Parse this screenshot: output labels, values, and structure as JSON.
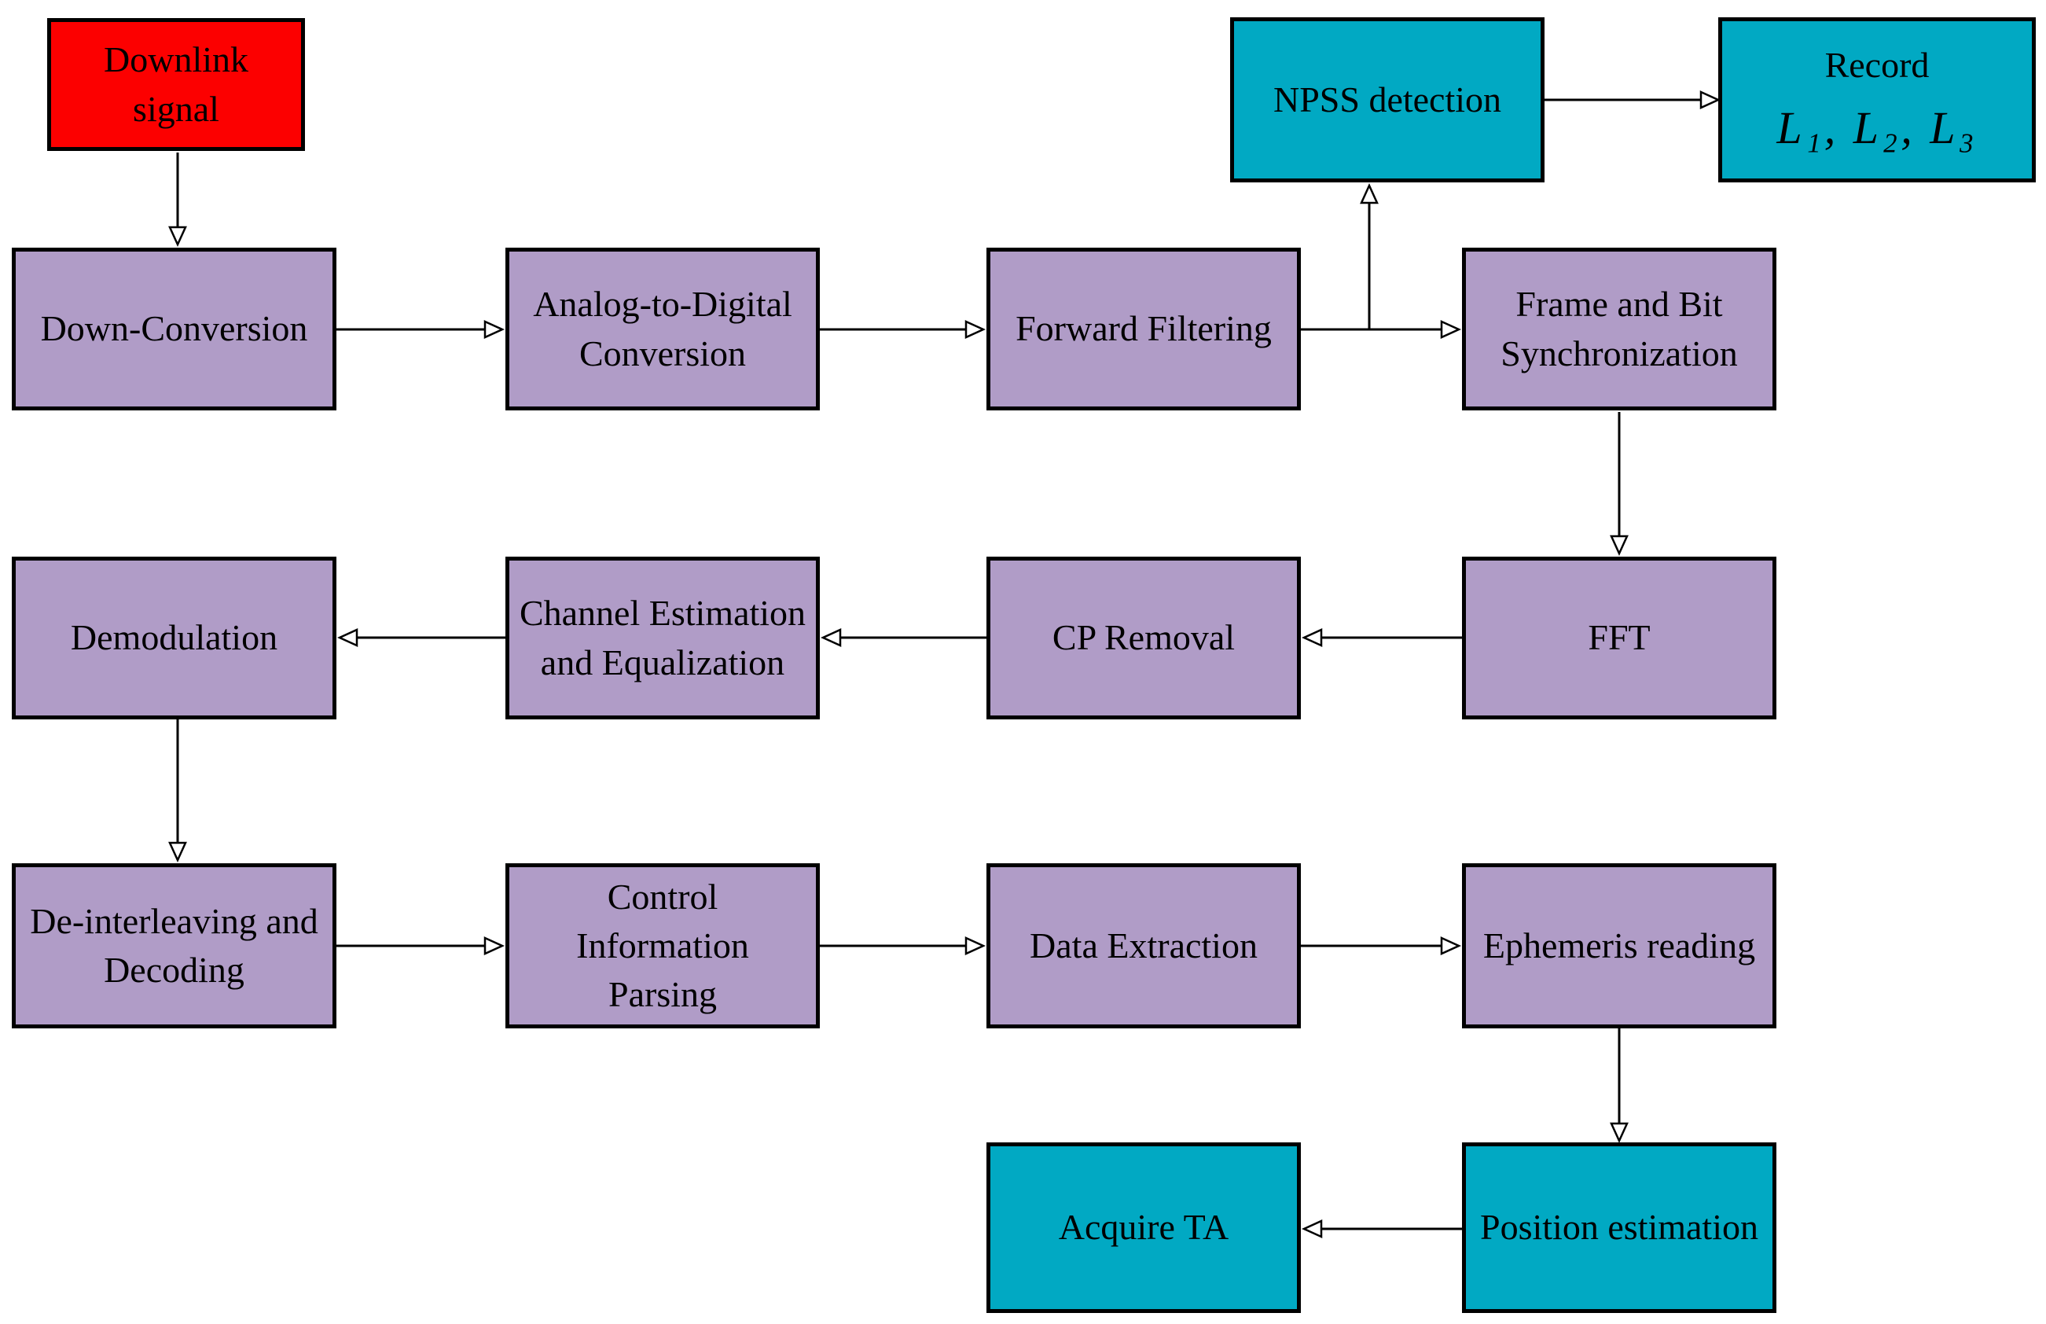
{
  "diagram": {
    "description": "NB-IoT downlink signal receiver processing flowchart",
    "colors": {
      "source_box": "#fc0000",
      "process_box": "#b09cc7",
      "output_box": "#01a9c3",
      "border": "#000000",
      "connector": "#000000",
      "background": "#ffffff"
    },
    "nodes": {
      "downlink": {
        "label": "Downlink\nsignal",
        "type": "source"
      },
      "down_conversion": {
        "label": "Down-Conversion",
        "type": "process"
      },
      "adc": {
        "label": "Analog-to-Digital\nConversion",
        "type": "process"
      },
      "forward_filtering": {
        "label": "Forward Filtering",
        "type": "process"
      },
      "frame_bit_sync": {
        "label": "Frame and Bit\nSynchronization",
        "type": "process"
      },
      "npss_detection": {
        "label": "NPSS detection",
        "type": "output"
      },
      "record": {
        "line1": "Record",
        "line2": "L₁, L₂, L₃",
        "type": "output"
      },
      "fft": {
        "label": "FFT",
        "type": "process"
      },
      "cp_removal": {
        "label": "CP Removal",
        "type": "process"
      },
      "channel_est": {
        "label": "Channel Estimation\nand Equalization",
        "type": "process"
      },
      "demodulation": {
        "label": "Demodulation",
        "type": "process"
      },
      "deinterleaving": {
        "label": "De-interleaving and\nDecoding",
        "type": "process"
      },
      "control_parsing": {
        "label": "Control\nInformation\nParsing",
        "type": "process"
      },
      "data_extraction": {
        "label": "Data Extraction",
        "type": "process"
      },
      "ephemeris": {
        "label": "Ephemeris reading",
        "type": "process"
      },
      "position_est": {
        "label": "Position estimation",
        "type": "output"
      },
      "acquire_ta": {
        "label": "Acquire TA",
        "type": "output"
      }
    },
    "connections": [
      {
        "from": "downlink",
        "to": "down_conversion"
      },
      {
        "from": "down_conversion",
        "to": "adc"
      },
      {
        "from": "adc",
        "to": "forward_filtering"
      },
      {
        "from": "forward_filtering",
        "to": "frame_bit_sync"
      },
      {
        "from": "forward_filtering",
        "to": "npss_detection"
      },
      {
        "from": "npss_detection",
        "to": "record"
      },
      {
        "from": "frame_bit_sync",
        "to": "fft"
      },
      {
        "from": "fft",
        "to": "cp_removal"
      },
      {
        "from": "cp_removal",
        "to": "channel_est"
      },
      {
        "from": "channel_est",
        "to": "demodulation"
      },
      {
        "from": "demodulation",
        "to": "deinterleaving"
      },
      {
        "from": "deinterleaving",
        "to": "control_parsing"
      },
      {
        "from": "control_parsing",
        "to": "data_extraction"
      },
      {
        "from": "data_extraction",
        "to": "ephemeris"
      },
      {
        "from": "ephemeris",
        "to": "position_est"
      },
      {
        "from": "position_est",
        "to": "acquire_ta"
      }
    ]
  }
}
